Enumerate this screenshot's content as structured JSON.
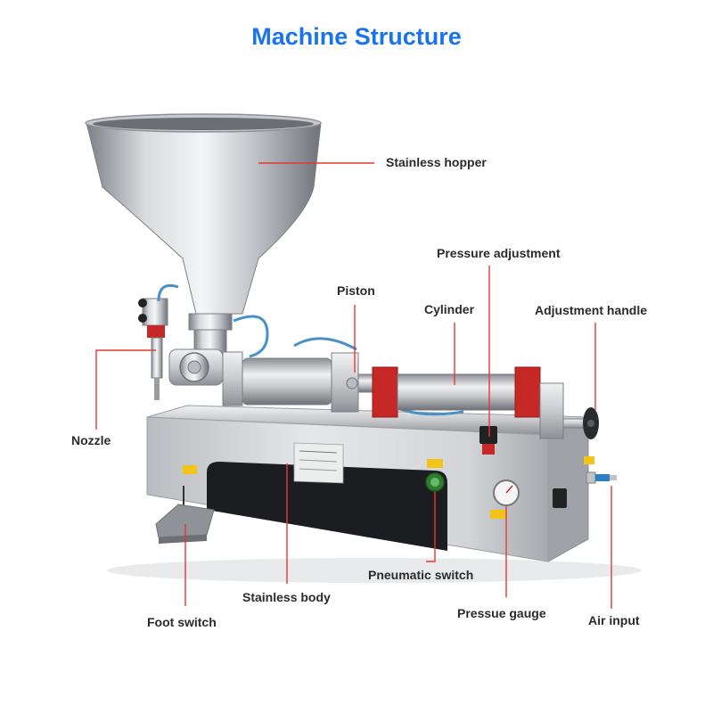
{
  "title": "Machine Structure",
  "colors": {
    "title": "#1a73e8",
    "leader_line": "#e53935",
    "label_text": "#2b2b2b",
    "steel_light": "#e8e9eb",
    "steel_dark": "#8e9196",
    "accent_red": "#d32f2f",
    "hose_blue": "#4a90c8"
  },
  "labels": {
    "hopper": "Stainless hopper",
    "pressure_adjustment": "Pressure adjustment",
    "piston": "Piston",
    "cylinder": "Cylinder",
    "adjustment_handle": "Adjustment handle",
    "nozzle": "Nozzle",
    "pneumatic_switch": "Pneumatic switch",
    "stainless_body": "Stainless body",
    "pressure_gauge": "Pressue gauge",
    "foot_switch": "Foot switch",
    "air_input": "Air input"
  },
  "icons": [
    "hopper",
    "piston-cylinder",
    "pressure-regulator",
    "handwheel",
    "nozzle",
    "pneumatic-switch-button",
    "pressure-gauge",
    "foot-pedal",
    "air-fitting"
  ]
}
